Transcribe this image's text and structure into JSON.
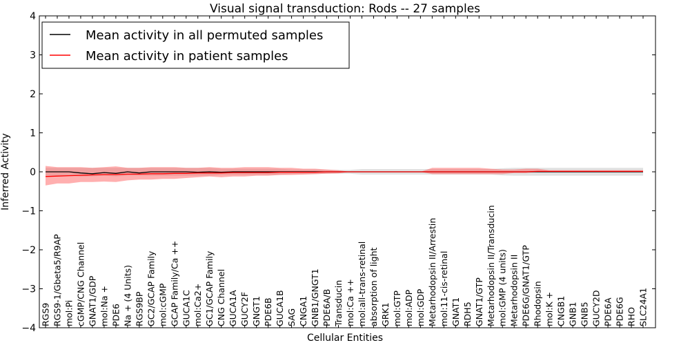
{
  "chart_data": {
    "type": "line",
    "title": "Visual signal transduction: Rods -- 27 samples",
    "xlabel": "Cellular Entities",
    "ylabel": "Inferred Activity",
    "ylim": [
      -4,
      4
    ],
    "yticks": [
      "4",
      "3",
      "2",
      "1",
      "0",
      "−1",
      "−2",
      "−3",
      "−4"
    ],
    "grid": false,
    "legend_position": "top-left",
    "categories": [
      "RGS9",
      "RGS9-1/Gbeta5/R9AP",
      "mol:Pi",
      "cGMP/CNG Channel",
      "GNAT1/GDP",
      "mol:Na +",
      "PDE6",
      "Na + (4 Units)",
      "RGS9BP",
      "GC2/GCAP Family",
      "mol:cGMP",
      "GCAP Family/Ca ++",
      "GUCA1C",
      "mol:Ca2+",
      "GC1/GCAP Family",
      "CNG Channel",
      "GUCA1A",
      "GUCY2F",
      "GNGT1",
      "PDE6B",
      "GUCA1B",
      "SAG",
      "CNGA1",
      "GNB1/GNGT1",
      "PDE6A/B",
      "Transducin",
      "mol:Ca ++",
      "mol:all-trans-retinal",
      "absorption of light",
      "GRK1",
      "mol:GTP",
      "mol:ADP",
      "mol:GDP",
      "Metarhodopsin II/Arrestin",
      "mol:11-cis-retinal",
      "GNAT1",
      "RDH5",
      "GNAT1/GTP",
      "Metarhodopsin II/Transducin",
      "mol:GMP (4 units)",
      "Metarhodopsin II",
      "PDE6G/GNAT1/GTP",
      "Rhodopsin",
      "mol:K +",
      "CNGB1",
      "GNB1",
      "GNB5",
      "GUCY2D",
      "PDE6A",
      "PDE6G",
      "RHO",
      "SLC24A1"
    ],
    "series": [
      {
        "name": "Mean activity in all permuted samples",
        "color": "#000000",
        "band_color": "#c8c8c8",
        "values": [
          0.0,
          0.0,
          0.0,
          -0.03,
          -0.05,
          -0.02,
          -0.04,
          0.0,
          -0.03,
          0.0,
          0.0,
          0.0,
          0.0,
          -0.01,
          0.0,
          -0.01,
          0.0,
          0.0,
          0.0,
          0.0,
          0.0,
          0.0,
          0.0,
          0.0,
          0.0,
          0.0,
          0.0,
          0.0,
          0.0,
          0.0,
          0.0,
          0.0,
          0.0,
          0.0,
          0.0,
          0.0,
          0.0,
          0.0,
          0.0,
          0.0,
          0.0,
          0.0,
          0.0,
          0.0,
          0.0,
          0.0,
          0.0,
          0.0,
          0.0,
          0.0,
          0.0,
          0.0
        ],
        "lower": [
          -0.1,
          -0.1,
          -0.1,
          -0.12,
          -0.12,
          -0.1,
          -0.12,
          -0.1,
          -0.1,
          -0.1,
          -0.1,
          -0.1,
          -0.1,
          -0.1,
          -0.1,
          -0.08,
          -0.08,
          -0.08,
          -0.08,
          -0.08,
          -0.08,
          -0.06,
          -0.06,
          -0.06,
          -0.05,
          -0.05,
          -0.05,
          -0.07,
          -0.07,
          -0.07,
          -0.07,
          -0.07,
          -0.07,
          -0.07,
          -0.07,
          -0.07,
          -0.07,
          -0.07,
          -0.07,
          -0.09,
          -0.1,
          -0.1,
          -0.1,
          -0.1,
          -0.1,
          -0.1,
          -0.1,
          -0.1,
          -0.1,
          -0.1,
          -0.1,
          -0.1
        ],
        "upper": [
          0.1,
          0.1,
          0.1,
          0.1,
          0.1,
          0.1,
          0.1,
          0.1,
          0.1,
          0.1,
          0.1,
          0.1,
          0.1,
          0.1,
          0.1,
          0.08,
          0.08,
          0.08,
          0.08,
          0.08,
          0.08,
          0.06,
          0.06,
          0.06,
          0.05,
          0.05,
          0.05,
          0.07,
          0.07,
          0.07,
          0.07,
          0.07,
          0.07,
          0.07,
          0.07,
          0.07,
          0.07,
          0.07,
          0.07,
          0.09,
          0.1,
          0.1,
          0.1,
          0.1,
          0.1,
          0.1,
          0.1,
          0.1,
          0.1,
          0.1,
          0.1,
          0.1
        ]
      },
      {
        "name": "Mean activity in patient samples",
        "color": "#ff0000",
        "band_color": "#ff6060",
        "values": [
          -0.12,
          -0.11,
          -0.1,
          -0.09,
          -0.08,
          -0.07,
          -0.07,
          -0.06,
          -0.06,
          -0.05,
          -0.05,
          -0.04,
          -0.04,
          -0.03,
          -0.03,
          -0.03,
          -0.02,
          -0.02,
          -0.02,
          -0.02,
          -0.01,
          -0.01,
          -0.01,
          -0.01,
          0.0,
          0.0,
          0.0,
          0.0,
          0.0,
          0.0,
          0.0,
          0.0,
          0.0,
          0.0,
          0.0,
          0.0,
          0.0,
          0.0,
          0.0,
          0.0,
          0.0,
          0.0,
          0.01,
          0.01,
          0.01,
          0.01,
          0.01,
          0.01,
          0.01,
          0.01,
          0.01,
          0.01
        ],
        "lower": [
          -0.35,
          -0.3,
          -0.3,
          -0.26,
          -0.26,
          -0.25,
          -0.26,
          -0.22,
          -0.2,
          -0.2,
          -0.18,
          -0.18,
          -0.16,
          -0.14,
          -0.12,
          -0.14,
          -0.12,
          -0.12,
          -0.1,
          -0.1,
          -0.08,
          -0.08,
          -0.07,
          -0.06,
          -0.05,
          -0.04,
          0.0,
          0.0,
          0.0,
          0.0,
          0.0,
          0.0,
          0.0,
          -0.06,
          -0.06,
          -0.06,
          -0.06,
          -0.06,
          -0.06,
          -0.06,
          -0.03,
          -0.03,
          0.0,
          0.0,
          0.0,
          0.0,
          0.0,
          0.0,
          0.0,
          0.0,
          0.0,
          0.0
        ],
        "upper": [
          0.15,
          0.12,
          0.12,
          0.12,
          0.1,
          0.12,
          0.14,
          0.1,
          0.1,
          0.12,
          0.12,
          0.12,
          0.1,
          0.1,
          0.12,
          0.1,
          0.1,
          0.12,
          0.12,
          0.12,
          0.1,
          0.1,
          0.08,
          0.08,
          0.06,
          0.04,
          0.0,
          0.0,
          0.0,
          0.0,
          0.0,
          0.0,
          0.0,
          0.1,
          0.1,
          0.1,
          0.1,
          0.1,
          0.08,
          0.06,
          0.06,
          0.08,
          0.08,
          0.04,
          0.04,
          0.04,
          0.04,
          0.04,
          0.04,
          0.04,
          0.04,
          0.04
        ]
      }
    ]
  }
}
